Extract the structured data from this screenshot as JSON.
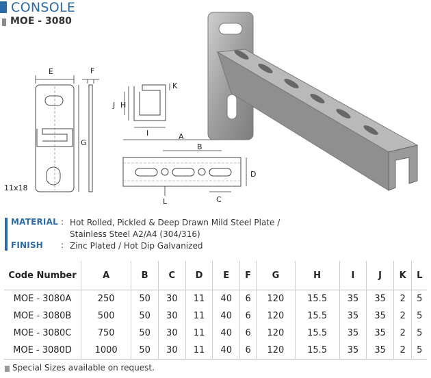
{
  "header": {
    "title": "CONSOLE",
    "model": "MOE - 3080"
  },
  "drawing_labels": {
    "E": "E",
    "F": "F",
    "G": "G",
    "K": "K",
    "J": "J",
    "H": "H",
    "I": "I",
    "A": "A",
    "B": "B",
    "D": "D",
    "L": "L",
    "C": "C",
    "slot": "11x18"
  },
  "specs": {
    "material_label": "MATERIAL",
    "material_line1": "Hot Rolled, Pickled & Deep Drawn Mild Steel Plate /",
    "material_line2": "Stainless Steel A2/A4 (304/316)",
    "finish_label": "FINISH",
    "finish_value": "Zinc Plated / Hot Dip Galvanized",
    "colon": ":"
  },
  "table": {
    "headers": [
      "Code Number",
      "A",
      "B",
      "C",
      "D",
      "E",
      "F",
      "G",
      "H",
      "I",
      "J",
      "K",
      "L"
    ],
    "rows": [
      [
        "MOE - 3080A",
        "250",
        "50",
        "30",
        "11",
        "40",
        "6",
        "120",
        "15.5",
        "35",
        "35",
        "2",
        "5"
      ],
      [
        "MOE - 3080B",
        "500",
        "50",
        "30",
        "11",
        "40",
        "6",
        "120",
        "15.5",
        "35",
        "35",
        "2",
        "5"
      ],
      [
        "MOE - 3080C",
        "750",
        "50",
        "30",
        "11",
        "40",
        "6",
        "120",
        "15.5",
        "35",
        "35",
        "2",
        "5"
      ],
      [
        "MOE - 3080D",
        "1000",
        "50",
        "30",
        "11",
        "40",
        "6",
        "120",
        "15.5",
        "35",
        "35",
        "2",
        "5"
      ]
    ]
  },
  "footnote": "Special Sizes available on request.",
  "colors": {
    "accent": "#2a6aa7",
    "steel": "#a8a8a8"
  }
}
